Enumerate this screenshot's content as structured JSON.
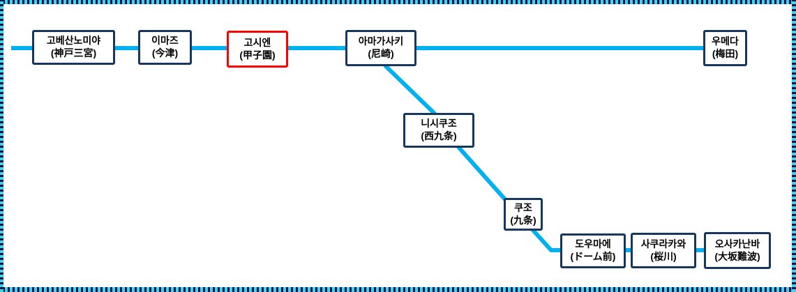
{
  "colors": {
    "line": "#00B0F0",
    "box_border": "#17365D",
    "highlight_border": "#FF0000",
    "frame_cyan": "#3FD4EC",
    "frame_dark": "#16164E",
    "text": "#000000",
    "background": "#FFFFFF"
  },
  "stations": [
    {
      "ko": "고베산노미야",
      "ja": "(神戸三宮)",
      "highlighted": false
    },
    {
      "ko": "이마즈",
      "ja": "(今津)",
      "highlighted": false
    },
    {
      "ko": "고시엔",
      "ja": "(甲子園)",
      "highlighted": true
    },
    {
      "ko": "아마가사키",
      "ja": "(尼崎)",
      "highlighted": false
    },
    {
      "ko": "우메다",
      "ja": "(梅田)",
      "highlighted": false
    },
    {
      "ko": "니시쿠조",
      "ja": "(西九条)",
      "highlighted": false
    },
    {
      "ko": "쿠조",
      "ja": "(九条)",
      "highlighted": false
    },
    {
      "ko": "도우마에",
      "ja": "(ドーム前)",
      "highlighted": false
    },
    {
      "ko": "사쿠라카와",
      "ja": "(桜川)",
      "highlighted": false
    },
    {
      "ko": "오사카난바",
      "ja": "(大坂難波)",
      "highlighted": false
    }
  ]
}
